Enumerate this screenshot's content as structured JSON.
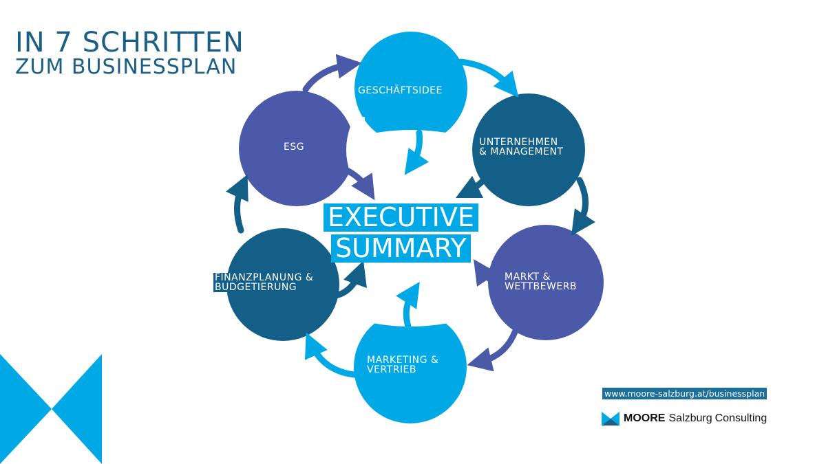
{
  "title": {
    "line1": "IN 7 SCHRITTEN",
    "line2": "ZUM BUSINESSPLAN"
  },
  "center": {
    "line1": "EXECUTIVE",
    "line2": "SUMMARY"
  },
  "steps": [
    {
      "id": "geschaeftsidee",
      "lines": [
        "GESCHÄFTSIDEE"
      ],
      "color": "#00a9e6"
    },
    {
      "id": "unternehmen",
      "lines": [
        "UNTERNEHMEN",
        "& MANAGEMENT"
      ],
      "color": "#135f87"
    },
    {
      "id": "markt",
      "lines": [
        "MARKT &",
        "WETTBEWERB"
      ],
      "color": "#4b5aa8"
    },
    {
      "id": "marketing",
      "lines": [
        "MARKETING &",
        "VERTRIEB"
      ],
      "color": "#00a9e6"
    },
    {
      "id": "finanzplanung",
      "lines": [
        "FINANZPLANUNG &",
        "BUDGETIERUNG"
      ],
      "color": "#135f87"
    },
    {
      "id": "esg",
      "lines": [
        "ESG"
      ],
      "color": "#4b5aa8"
    }
  ],
  "footer": {
    "url": "www.moore-salzburg.at/businessplan",
    "brand_moore": "MOORE",
    "brand_salzburg": "Salzburg",
    "brand_consulting": "Consulting"
  },
  "colors": {
    "cyan": "#00a9e6",
    "teal": "#135f87",
    "purple": "#4b5aa8",
    "title": "#1b5e86"
  },
  "icons": [
    "moore-logo-icon",
    "arrow-icon"
  ]
}
